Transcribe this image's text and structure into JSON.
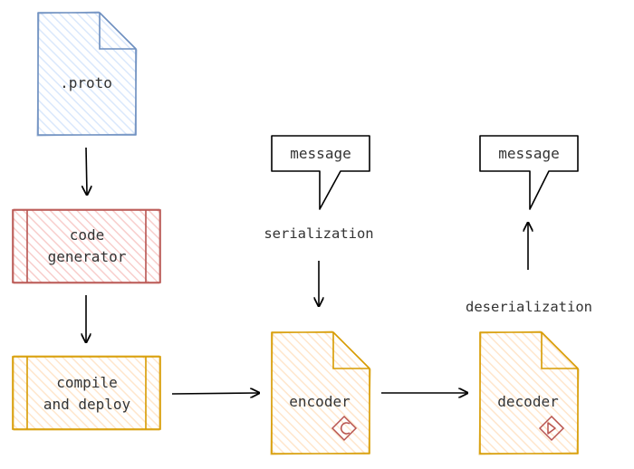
{
  "nodes": {
    "proto": {
      "label": ".proto"
    },
    "code_generator": {
      "line1": "code",
      "line2": "generator"
    },
    "compile_deploy": {
      "line1": "compile",
      "line2": "and deploy"
    },
    "encoder": {
      "label": "encoder"
    },
    "decoder": {
      "label": "decoder"
    },
    "message_left": {
      "label": "message"
    },
    "message_right": {
      "label": "message"
    }
  },
  "edges": {
    "serialization": "serialization",
    "deserialization": "deserialization"
  },
  "colors": {
    "blue_stroke": "#6c8ebf",
    "blue_fill": "#dae8fc",
    "red_stroke": "#b85450",
    "red_fill": "#f8cecc",
    "orange_stroke": "#d79b00",
    "orange_fill": "#ffe6cc",
    "ink": "#000000",
    "text": "#333333"
  },
  "icons": {
    "encoder_badge": "c-diamond-icon",
    "decoder_badge": "d-diamond-icon"
  }
}
